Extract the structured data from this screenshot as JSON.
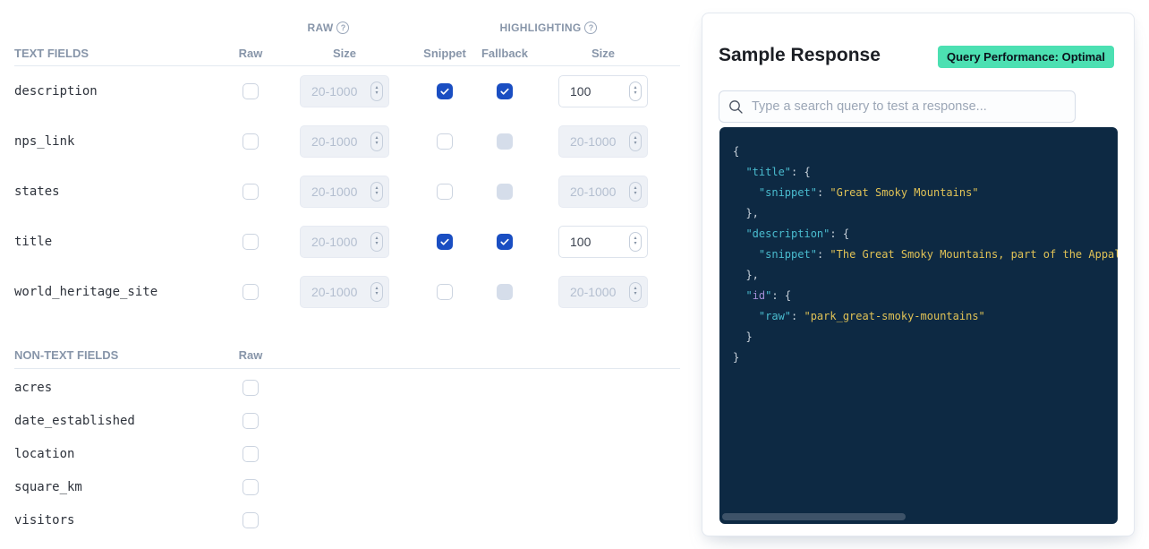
{
  "left_panel": {
    "raw_group_label": "RAW",
    "highlighting_group_label": "HIGHLIGHTING",
    "help_glyph": "?",
    "text_fields_header": "TEXT FIELDS",
    "non_text_fields_header": "NON-TEXT FIELDS",
    "columns": {
      "raw": "Raw",
      "raw_size": "Size",
      "snippet": "Snippet",
      "fallback": "Fallback",
      "highlight_size": "Size"
    },
    "size_placeholder": "20-1000",
    "text_fields": [
      {
        "name": "description",
        "raw": false,
        "snippet": true,
        "fallback": true,
        "size_value": "100"
      },
      {
        "name": "nps_link",
        "raw": false,
        "snippet": false,
        "fallback": false,
        "size_value": ""
      },
      {
        "name": "states",
        "raw": false,
        "snippet": false,
        "fallback": false,
        "size_value": ""
      },
      {
        "name": "title",
        "raw": false,
        "snippet": true,
        "fallback": true,
        "size_value": "100"
      },
      {
        "name": "world_heritage_site",
        "raw": false,
        "snippet": false,
        "fallback": false,
        "size_value": ""
      }
    ],
    "non_text_fields": [
      {
        "name": "acres",
        "raw": false
      },
      {
        "name": "date_established",
        "raw": false
      },
      {
        "name": "location",
        "raw": false
      },
      {
        "name": "square_km",
        "raw": false
      },
      {
        "name": "visitors",
        "raw": false
      }
    ]
  },
  "sample_response": {
    "title": "Sample Response",
    "badge_label": "Query Performance: Optimal",
    "badge_color": "#4ce0b2",
    "search_placeholder": "Type a search query to test a response...",
    "code_lines": [
      [
        {
          "t": "{",
          "c": "p"
        }
      ],
      [
        {
          "t": "  ",
          "c": "p"
        },
        {
          "t": "\"title\"",
          "c": "k"
        },
        {
          "t": ": ",
          "c": "p"
        },
        {
          "t": "{",
          "c": "p"
        }
      ],
      [
        {
          "t": "    ",
          "c": "p"
        },
        {
          "t": "\"snippet\"",
          "c": "k"
        },
        {
          "t": ": ",
          "c": "p"
        },
        {
          "t": "\"Great Smoky Mountains\"",
          "c": "s"
        }
      ],
      [
        {
          "t": "  },",
          "c": "p"
        }
      ],
      [
        {
          "t": "  ",
          "c": "p"
        },
        {
          "t": "\"description\"",
          "c": "k"
        },
        {
          "t": ": ",
          "c": "p"
        },
        {
          "t": "{",
          "c": "p"
        }
      ],
      [
        {
          "t": "    ",
          "c": "p"
        },
        {
          "t": "\"snippet\"",
          "c": "k"
        },
        {
          "t": ": ",
          "c": "p"
        },
        {
          "t": "\"The Great Smoky Mountains, part of the Appal",
          "c": "s"
        }
      ],
      [
        {
          "t": "  },",
          "c": "p"
        }
      ],
      [
        {
          "t": "  ",
          "c": "p"
        },
        {
          "t": "\"",
          "c": "k"
        },
        {
          "t": "id",
          "c": "i"
        },
        {
          "t": "\"",
          "c": "k"
        },
        {
          "t": ": ",
          "c": "p"
        },
        {
          "t": "{",
          "c": "p"
        }
      ],
      [
        {
          "t": "    ",
          "c": "p"
        },
        {
          "t": "\"raw\"",
          "c": "k"
        },
        {
          "t": ": ",
          "c": "p"
        },
        {
          "t": "\"park_great-smoky-mountains\"",
          "c": "s"
        }
      ],
      [
        {
          "t": "  }",
          "c": "p"
        }
      ],
      [
        {
          "t": "}",
          "c": "p"
        }
      ]
    ]
  },
  "colors": {
    "checkbox_checked": "#1a4ec2",
    "code_background": "#0d2943",
    "code_key": "#4abccf",
    "code_string": "#e0c256",
    "code_punctuation": "#c9d2db",
    "code_id": "#a38ed6",
    "header_text": "#8795a9"
  }
}
